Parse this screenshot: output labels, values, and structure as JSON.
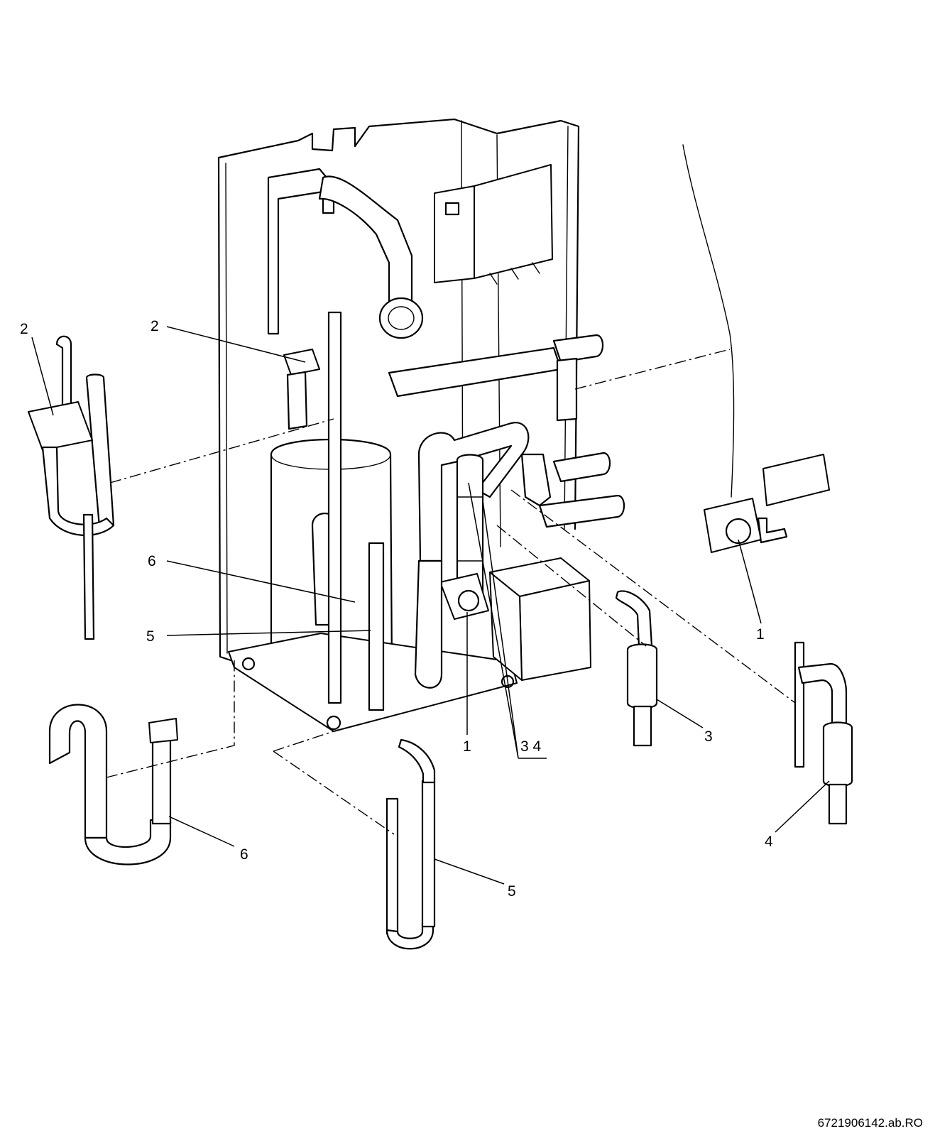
{
  "callouts": [
    {
      "id": "c2-left",
      "text": "2"
    },
    {
      "id": "c2-main",
      "text": "2"
    },
    {
      "id": "c6-main",
      "text": "6"
    },
    {
      "id": "c5-main",
      "text": "5"
    },
    {
      "id": "c1-main",
      "text": "1"
    },
    {
      "id": "c34-main",
      "text": "3 4"
    },
    {
      "id": "c3-part",
      "text": "3"
    },
    {
      "id": "c1-part",
      "text": "1"
    },
    {
      "id": "c4-part",
      "text": "4"
    },
    {
      "id": "c6-part",
      "text": "6"
    },
    {
      "id": "c5-part",
      "text": "5"
    }
  ],
  "document_id": "6721906142.ab.RO"
}
